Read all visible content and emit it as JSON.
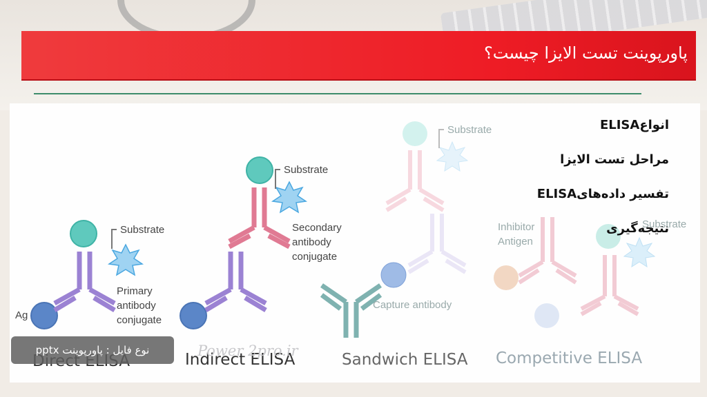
{
  "header": {
    "title": "پاورپوینت  تست الایزا چیست؟"
  },
  "menu": {
    "items": [
      {
        "label": "انواعELISA"
      },
      {
        "label": "مراحل تست الایزا"
      },
      {
        "label": "تفسیر داده‌هایELISA"
      },
      {
        "label": "نتیجه‌گیری"
      }
    ]
  },
  "diagram": {
    "direct": {
      "title": "Direct ELISA",
      "substrate": "Substrate",
      "conjugate": [
        "Primary",
        "antibody",
        "conjugate"
      ],
      "antigen": "Ag"
    },
    "indirect": {
      "title": "Indirect ELISA",
      "substrate": "Substrate",
      "conjugate": [
        "Secondary",
        "antibody",
        "conjugate"
      ]
    },
    "sandwich": {
      "title": "Sandwich ELISA",
      "substrate": "Substrate",
      "capture": "Capture antibody"
    },
    "competitive": {
      "title": "Competitive ELISA",
      "inhibitor": [
        "Inhibitor",
        "Antigen"
      ],
      "substrate": "Substrate"
    }
  },
  "watermark": "Power 2pro.ir",
  "file_badge": "نوع فایل : پاورپوینت pptx",
  "colors": {
    "banner": "#ee1c25",
    "divider": "#3c8c6a",
    "antibody_purple": "#9b82d3",
    "antibody_pink": "#e07a93",
    "antibody_teal": "#7fb2b0",
    "antigen_blue": "#5b86c8",
    "enzyme_teal": "#5fc9bd",
    "substrate_blue": "#9fd3f2"
  }
}
